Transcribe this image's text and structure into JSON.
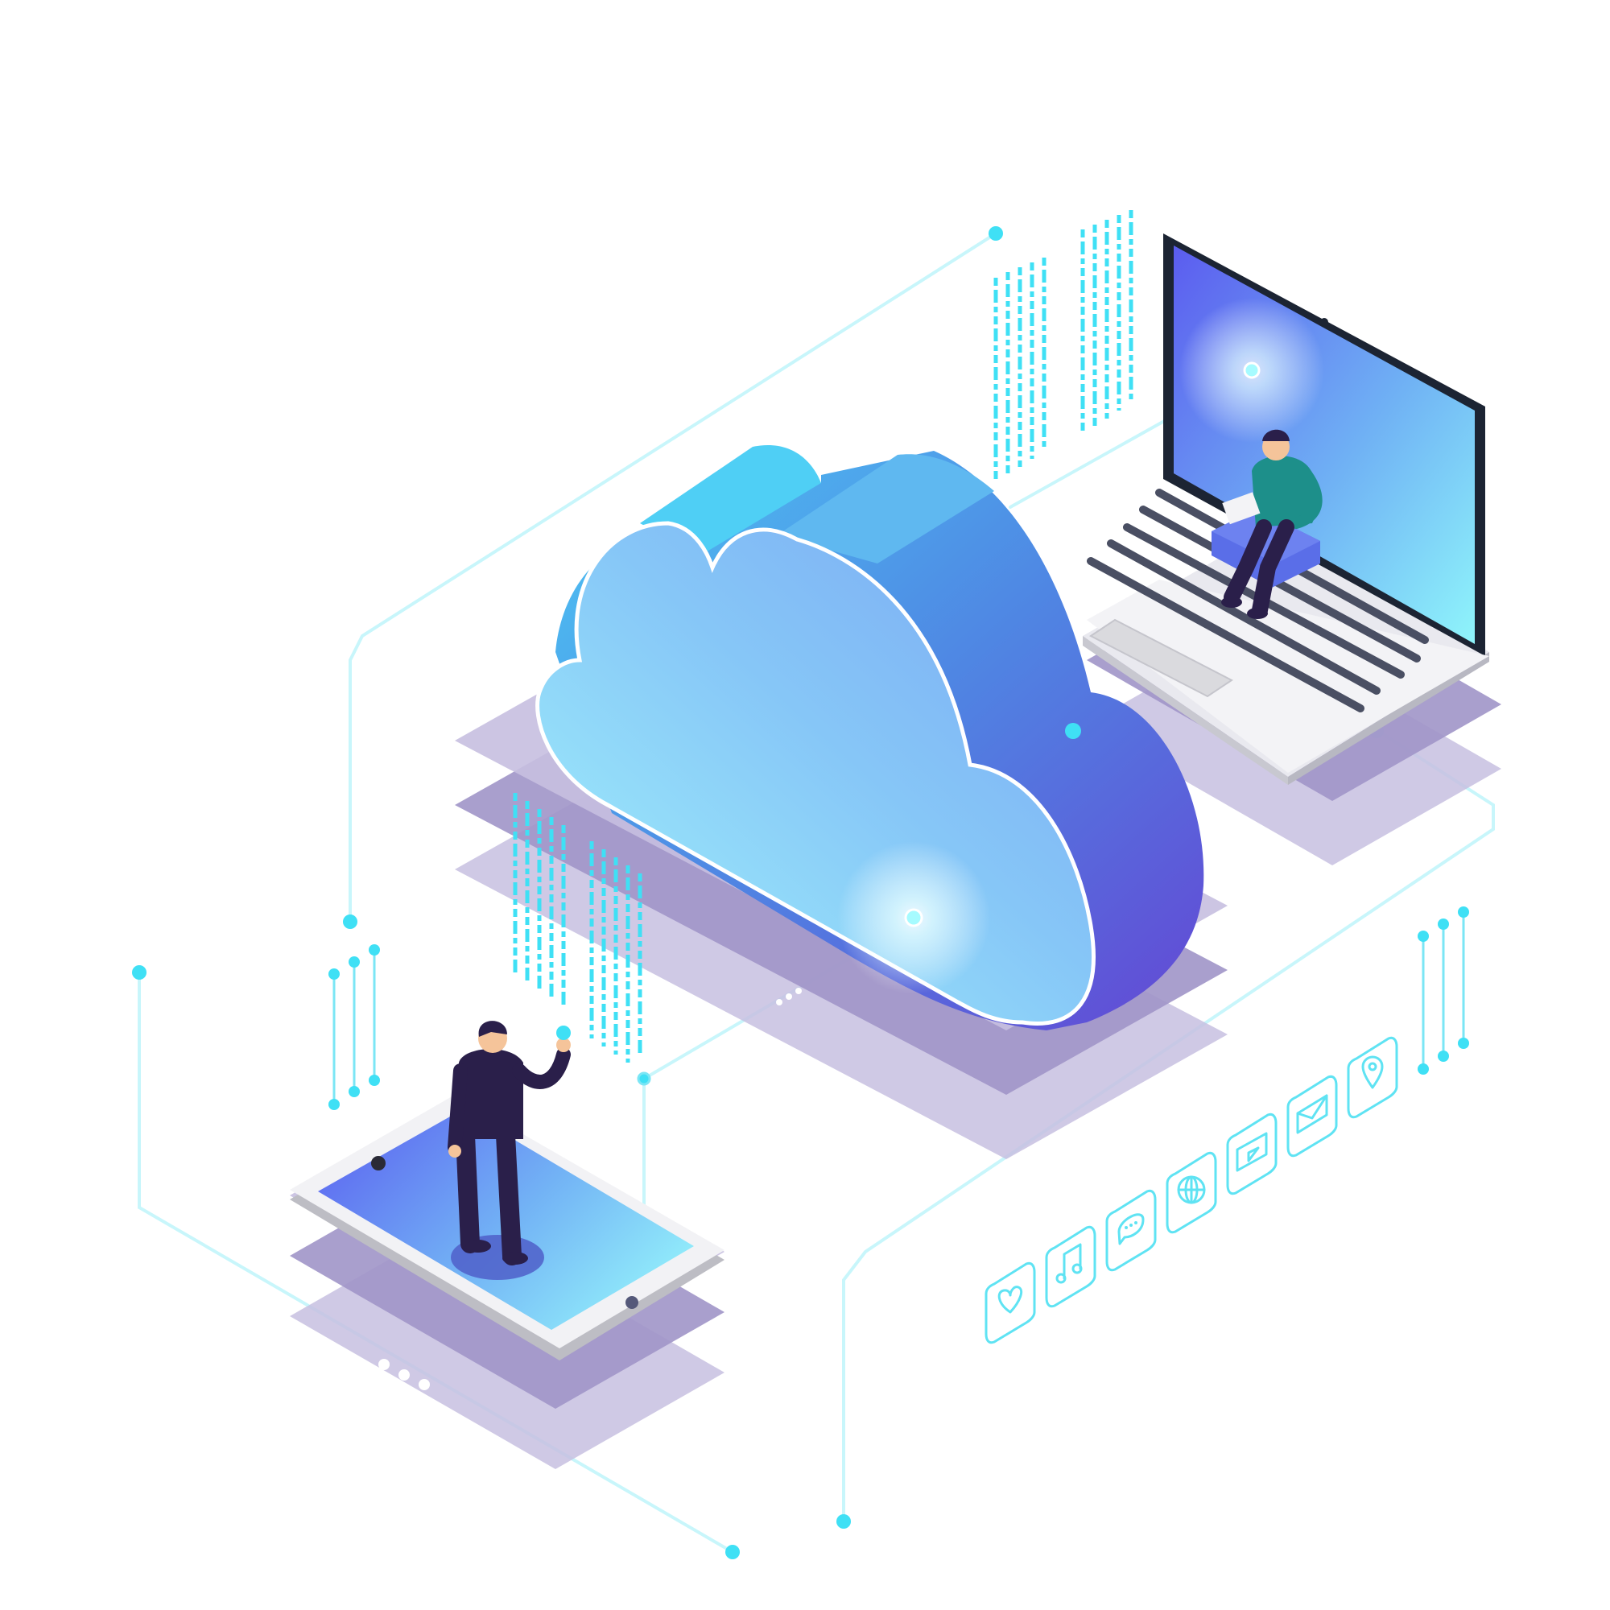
{
  "colors": {
    "background": "#ffffff",
    "connector": "#c8f6fb",
    "node": "#3fe0f5",
    "cloud_light": "#9ef4fb",
    "cloud_mid": "#7fb4f5",
    "cloud_dark": "#6a4fd6",
    "platform": "#c7bfe0",
    "platform_dark": "#a095c8",
    "screen_top": "#5b6ef0",
    "screen_bottom": "#8ff0fb",
    "figure_shirt_dark": "#2a1f4a",
    "figure_shirt_teal": "#1d8f8a"
  },
  "scene": {
    "main_object": "cloud",
    "devices": [
      "laptop",
      "tablet"
    ],
    "people": [
      "man-standing-on-tablet",
      "man-sitting-on-laptop-keyboard"
    ]
  },
  "app_icons": [
    {
      "name": "heart-icon"
    },
    {
      "name": "music-note-icon"
    },
    {
      "name": "chat-bubble-icon"
    },
    {
      "name": "globe-icon"
    },
    {
      "name": "play-video-icon"
    },
    {
      "name": "mail-envelope-icon"
    },
    {
      "name": "location-pin-icon"
    }
  ]
}
